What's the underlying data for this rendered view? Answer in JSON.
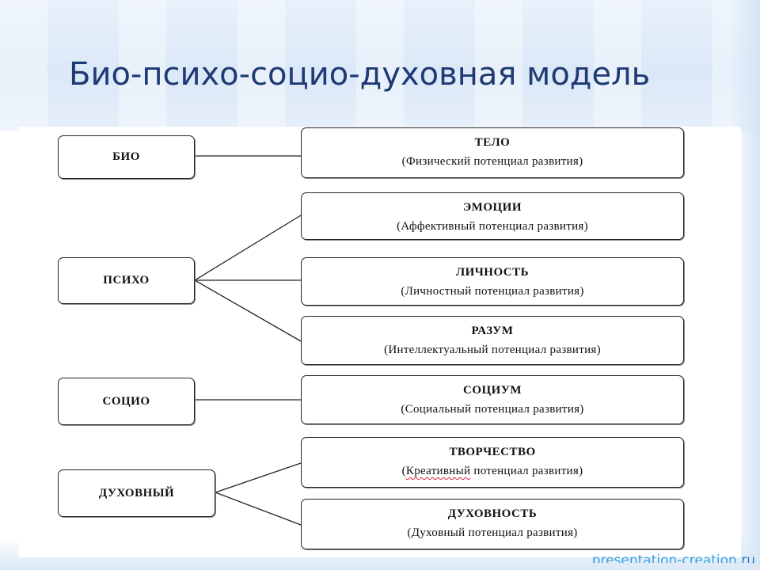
{
  "title": "Био-психо-социо-духовная модель",
  "diagram": {
    "left": [
      {
        "id": "bio",
        "label": "БИО"
      },
      {
        "id": "psycho",
        "label": "ПСИХО"
      },
      {
        "id": "socio",
        "label": "СОЦИО"
      },
      {
        "id": "spiritual",
        "label": "ДУХОВНЫЙ"
      }
    ],
    "right": [
      {
        "id": "body",
        "title": "ТЕЛО",
        "subtitle": "(Физический потенциал развития)"
      },
      {
        "id": "emotions",
        "title": "ЭМОЦИИ",
        "subtitle": "(Аффективный потенциал развития)"
      },
      {
        "id": "personality",
        "title": "ЛИЧНОСТЬ",
        "subtitle": "(Личностный потенциал развития)"
      },
      {
        "id": "mind",
        "title": "РАЗУМ",
        "subtitle": "(Интеллектуальный потенциал развития)"
      },
      {
        "id": "society",
        "title": "СОЦИУМ",
        "subtitle": "(Социальный потенциал развития)"
      },
      {
        "id": "creativity",
        "title": "ТВОРЧЕСТВО",
        "subtitle_marked": "Креативный",
        "subtitle_open": "(",
        "subtitle_rest": " потенциал развития)"
      },
      {
        "id": "spirituality",
        "title": "ДУХОВНОСТЬ",
        "subtitle": "(Духовный потенциал развития)"
      }
    ],
    "connections": [
      {
        "from": "БИО",
        "to": "ТЕЛО"
      },
      {
        "from": "ПСИХО",
        "to": "ЭМОЦИИ"
      },
      {
        "from": "ПСИХО",
        "to": "ЛИЧНОСТЬ"
      },
      {
        "from": "ПСИХО",
        "to": "РАЗУМ"
      },
      {
        "from": "СОЦИО",
        "to": "СОЦИУМ"
      },
      {
        "from": "ДУХОВНЫЙ",
        "to": "ТВОРЧЕСТВО"
      },
      {
        "from": "ДУХОВНЫЙ",
        "to": "ДУХОВНОСТЬ"
      }
    ]
  },
  "watermark": {
    "main": "presentation-creation",
    "tld": ".ru"
  },
  "colors": {
    "title": "#1f3a74",
    "watermark": "#38a2e0",
    "line": "#222222"
  }
}
